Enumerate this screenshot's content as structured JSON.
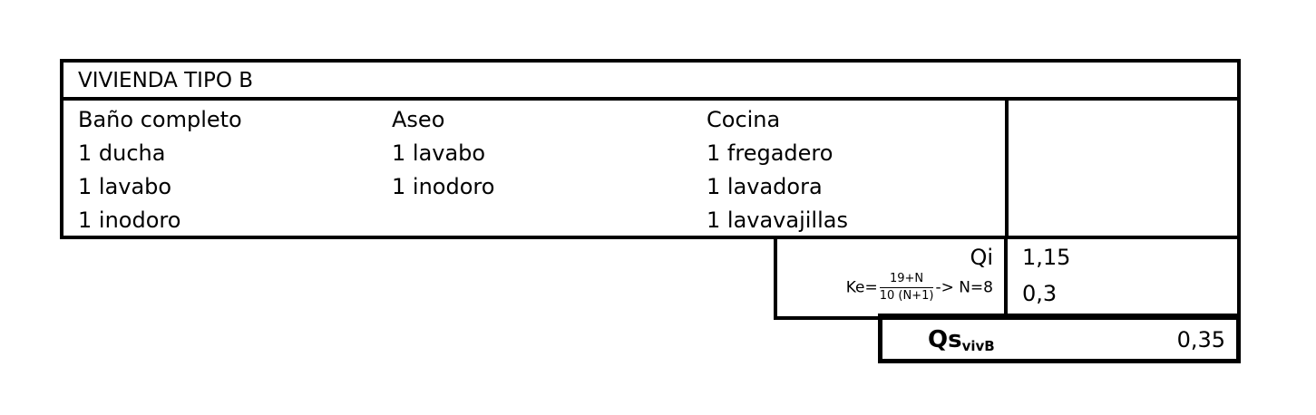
{
  "title": "VIVIENDA TIPO B",
  "columns": [
    {
      "header": "Baño completo",
      "items": [
        "1 ducha",
        "1 lavabo",
        "1 inodoro"
      ]
    },
    {
      "header": "Aseo",
      "items": [
        "1 lavabo",
        "1 inodoro"
      ]
    },
    {
      "header": "Cocina",
      "items": [
        "1 fregadero",
        "1 lavadora",
        "1 lavavajillas"
      ]
    }
  ],
  "qi": {
    "label": "Qi",
    "value": "1,15"
  },
  "ke": {
    "label": "Ke=",
    "numerator": "19+N",
    "denominator": "10 (N+1)",
    "suffix": "-> N=8",
    "value": "0,3"
  },
  "qs": {
    "label": "Qs",
    "subscript": "vivB",
    "value": "0,35"
  }
}
